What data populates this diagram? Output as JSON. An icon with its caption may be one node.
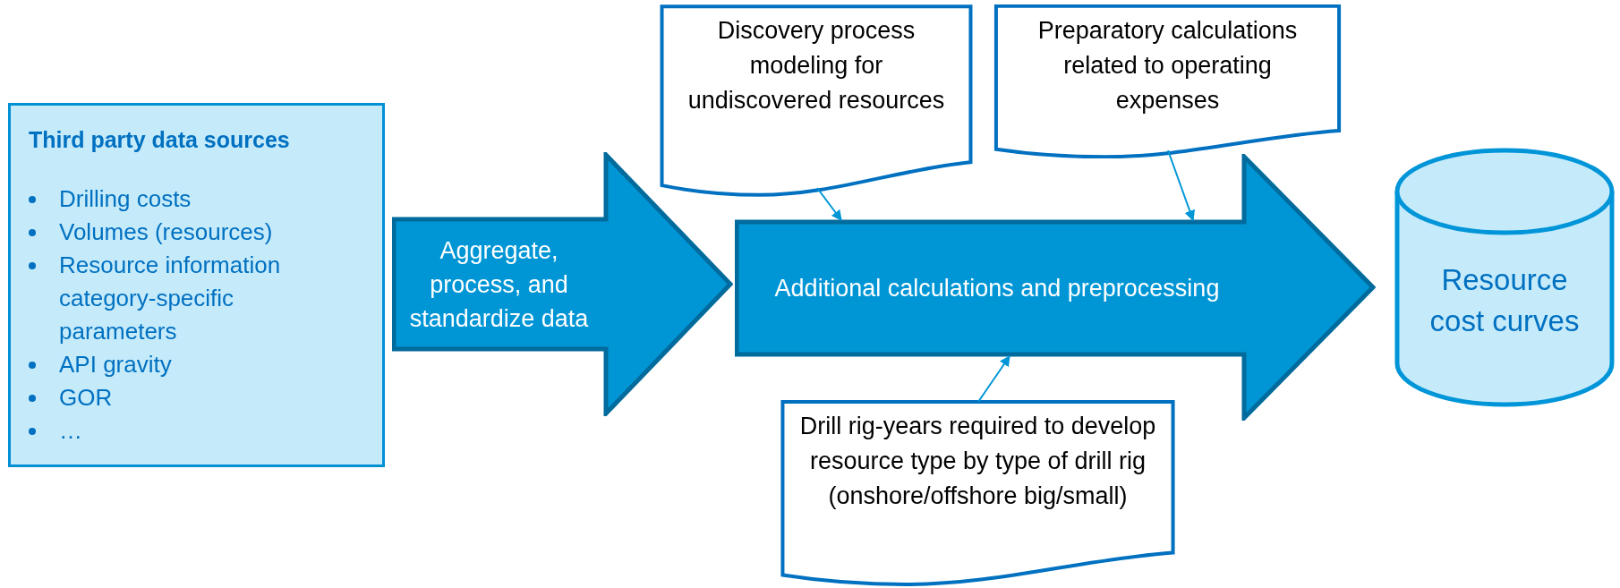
{
  "diagram": {
    "nodes": [
      {
        "text": [
          "Third party data sources",
          "Drilling costs",
          "Volumes (resources)",
          "Resource information category-specific parameters",
          "API gravity",
          "GOR",
          "…"
        ]
      },
      {
        "text": [
          "Aggregate, process, and standardize data"
        ]
      },
      {
        "text": [
          "Additional calculations and preprocessing"
        ]
      },
      {
        "text": [
          "Discovery process modeling for undiscovered resources"
        ]
      },
      {
        "text": [
          "Preparatory calculations related to operating expenses"
        ]
      },
      {
        "text": [
          "Drill rig-years required to develop resource type by type of drill rig (onshore/offshore big/small)"
        ]
      },
      {
        "text": [
          "Resource cost curves"
        ]
      }
    ],
    "edges": [
      {
        "from": 3,
        "to": 2,
        "arrow": "to"
      },
      {
        "from": 4,
        "to": 2,
        "arrow": "to"
      },
      {
        "from": 5,
        "to": 2,
        "arrow": "to"
      }
    ]
  }
}
